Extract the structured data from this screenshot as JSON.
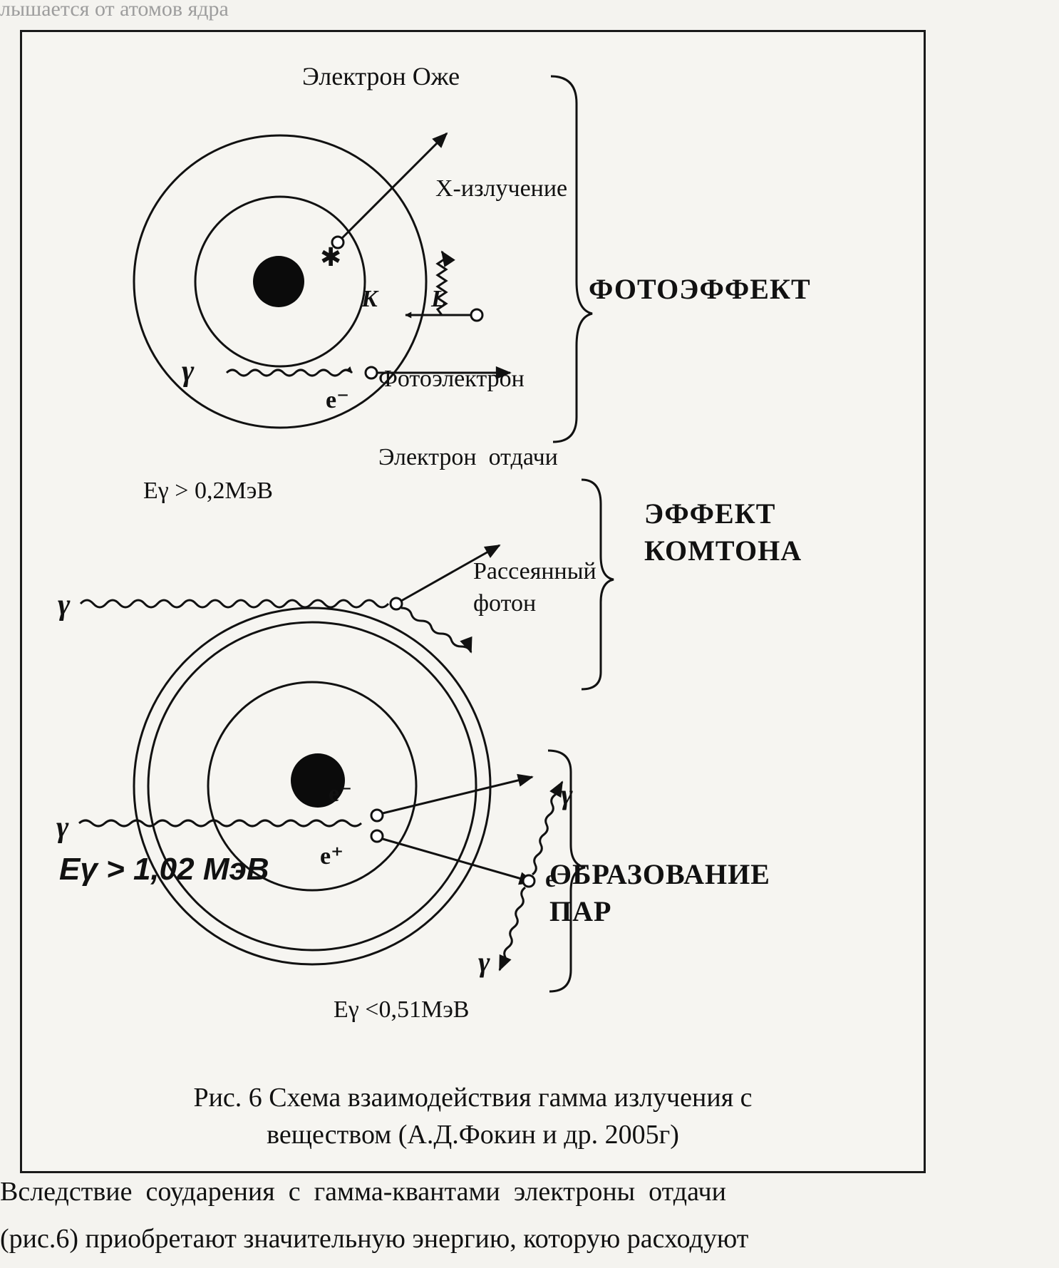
{
  "header_fragment": "лышается от атомов ядра",
  "labels": {
    "auger": "Электрон Оже",
    "xray": "X-излучение",
    "k_shell": "K",
    "l_shell": "L",
    "gamma": "γ",
    "electron": "e⁻",
    "positron": "e⁺",
    "photoelectron": "Фотоэлектрон",
    "recoil_electron": "Электрон  отдачи",
    "scattered_photon_line1": "Рассеянный",
    "scattered_photon_line2": "фотон",
    "energy_compton": "Eγ > 0,2МэВ",
    "energy_pair": "Eγ > 1,02 МэВ",
    "energy_annihilation": "Eγ <0,51МэВ"
  },
  "effects": {
    "photo": "ФОТОЭФФЕКТ",
    "compton": "ЭФФЕКТ\nКОМТОНА",
    "pair": "ОБРАЗОВАНИЕ\nПАР"
  },
  "caption": {
    "line1": "Рис. 6 Схема взаимодействия гамма излучения с",
    "line2": "веществом (А.Д.Фокин и др. 2005г)"
  },
  "bottom_text": {
    "line1": "Вследствие  соударения  с  гамма-квантами  электроны  отдачи",
    "line2": "(рис.6) приобретают значительную энергию, которую расходуют"
  },
  "colors": {
    "ink": "#111111",
    "paper": "#f4f3ef",
    "bleed": "#9d9d9d"
  }
}
